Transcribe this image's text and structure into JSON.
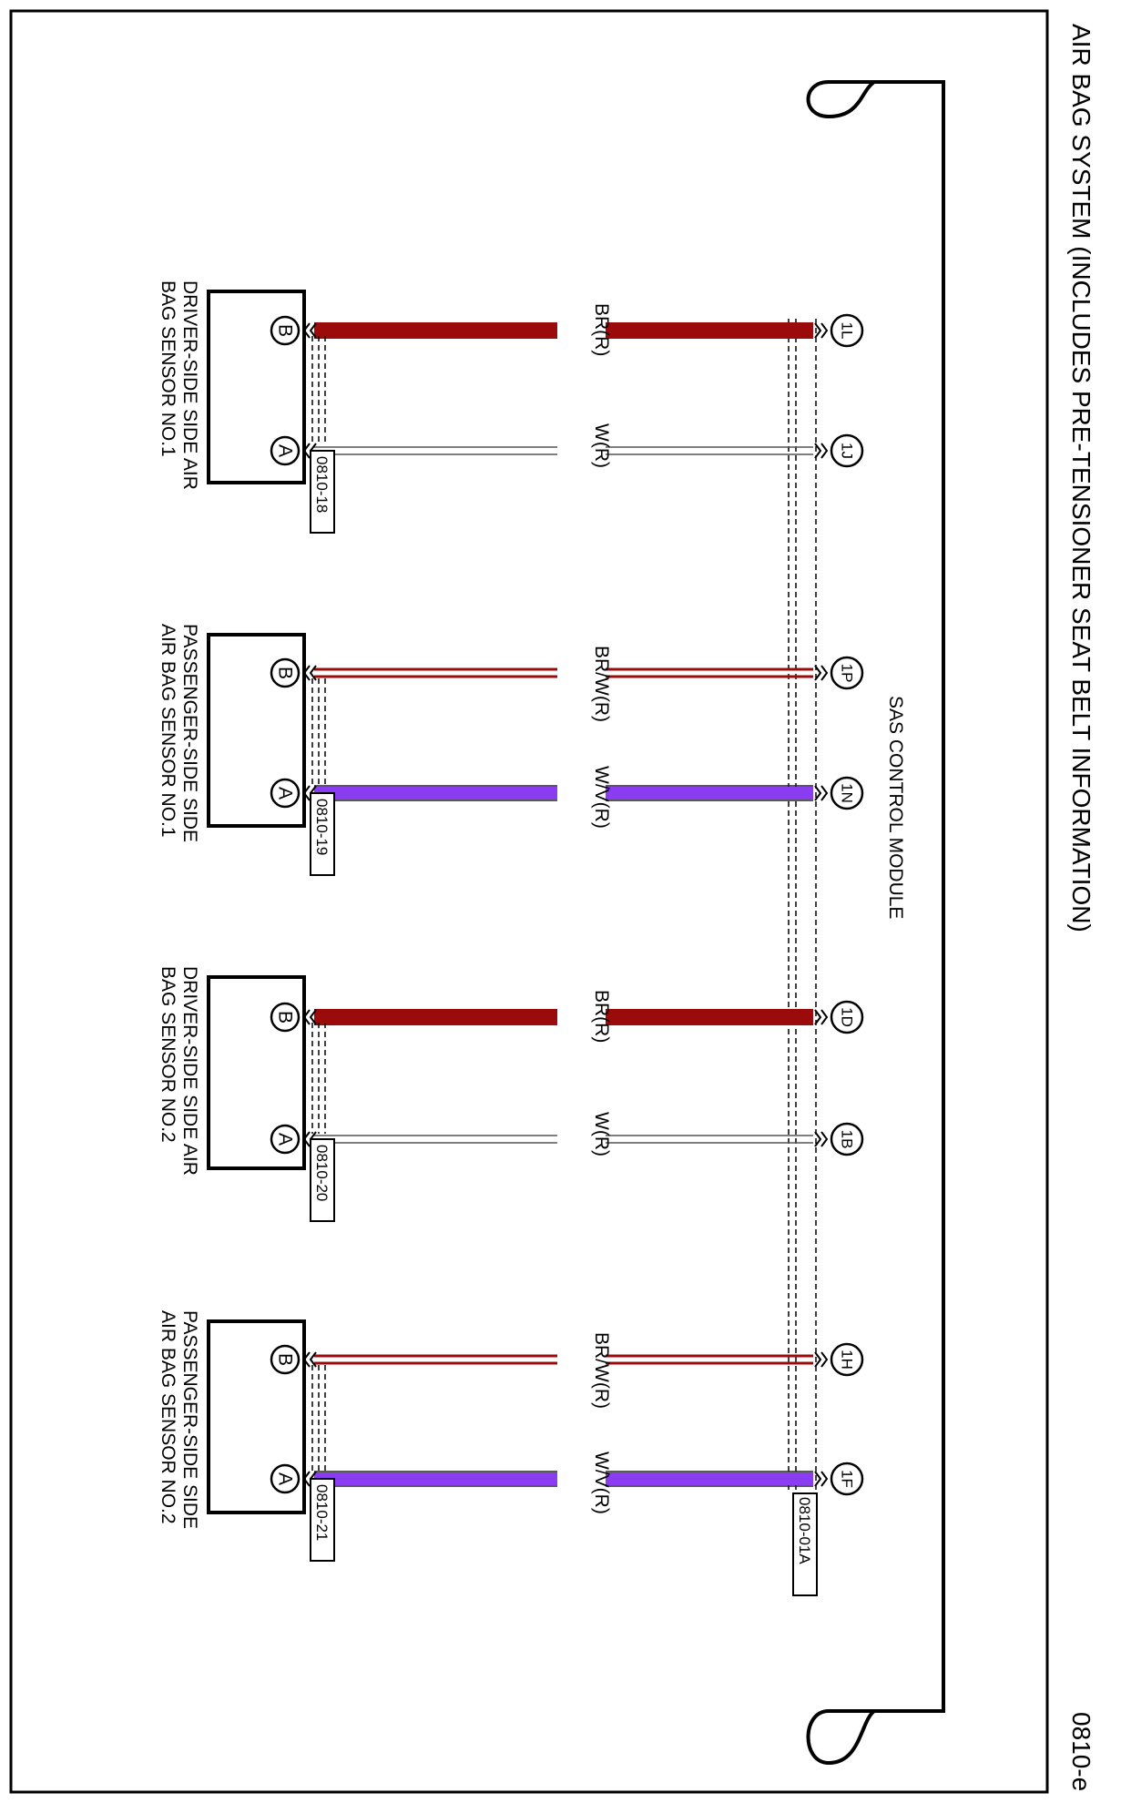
{
  "title": "AIR BAG SYSTEM (INCLUDES PRE-TENSIONER SEAT BELT INFORMATION)",
  "page_code": "0810-e",
  "module": {
    "name": "SAS CONTROL MODULE",
    "connector_ref": "0810-01A"
  },
  "colors": {
    "br": "#9b0b0b",
    "white_wire": "#ffffff",
    "wire_edge": "#333333",
    "violet": "#8a3cf0",
    "frame": "#000000"
  },
  "sensors": [
    {
      "name_line1": "DRIVER-SIDE SIDE AIR",
      "name_line2": "BAG SENSOR NO.1",
      "connector_ref": "0810-18",
      "wires": [
        {
          "pin_sensor": "B",
          "pin_module": "1L",
          "label": "BR(R)",
          "style": "br-thick"
        },
        {
          "pin_sensor": "A",
          "pin_module": "1J",
          "label": "W(R)",
          "style": "w-thin"
        }
      ]
    },
    {
      "name_line1": "PASSENGER-SIDE SIDE",
      "name_line2": "AIR BAG SENSOR NO.1",
      "connector_ref": "0810-19",
      "wires": [
        {
          "pin_sensor": "B",
          "pin_module": "1P",
          "label": "BR/W(R)",
          "style": "br-double"
        },
        {
          "pin_sensor": "A",
          "pin_module": "1N",
          "label": "W/V(R)",
          "style": "violet"
        }
      ]
    },
    {
      "name_line1": "DRIVER-SIDE SIDE AIR",
      "name_line2": "BAG SENSOR NO.2",
      "connector_ref": "0810-20",
      "wires": [
        {
          "pin_sensor": "B",
          "pin_module": "1D",
          "label": "BR(R)",
          "style": "br-thick"
        },
        {
          "pin_sensor": "A",
          "pin_module": "1B",
          "label": "W(R)",
          "style": "w-thin"
        }
      ]
    },
    {
      "name_line1": "PASSENGER-SIDE SIDE",
      "name_line2": "AIR BAG SENSOR NO.2",
      "connector_ref": "0810-21",
      "wires": [
        {
          "pin_sensor": "B",
          "pin_module": "1H",
          "label": "BR/W(R)",
          "style": "br-double"
        },
        {
          "pin_sensor": "A",
          "pin_module": "1F",
          "label": "W/V(R)",
          "style": "violet"
        }
      ]
    }
  ]
}
